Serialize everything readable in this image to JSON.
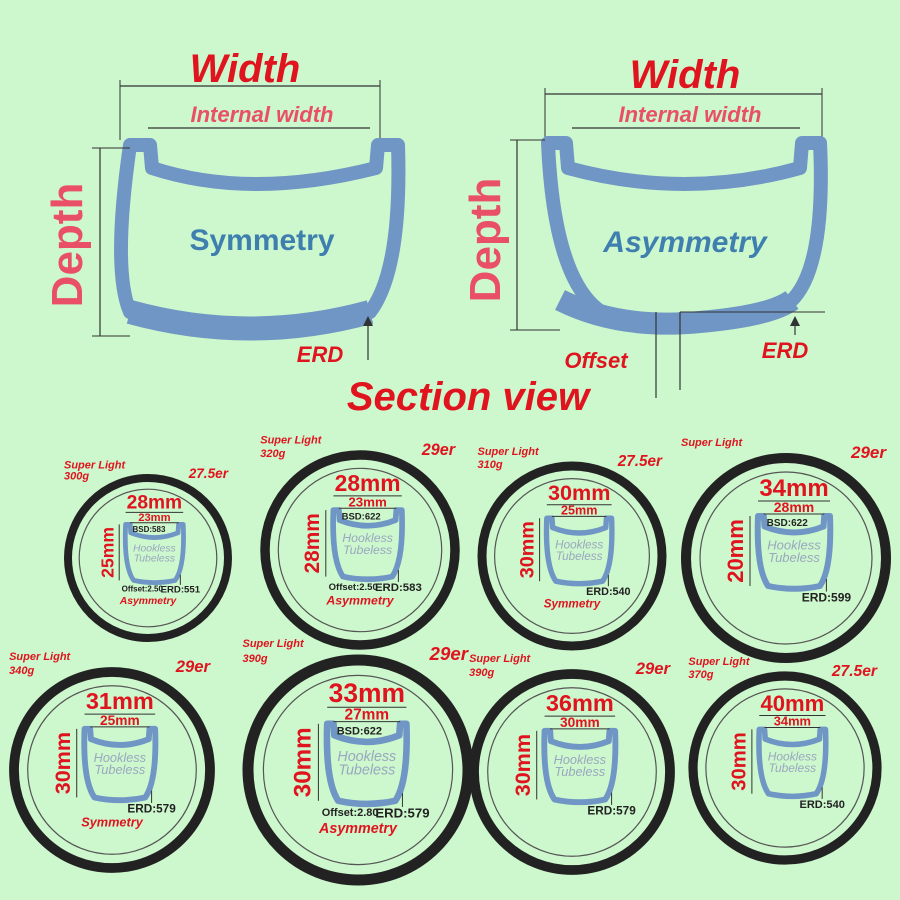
{
  "colors": {
    "background": "#cdf7cd",
    "red": "#e0141e",
    "pink": "#ea4f68",
    "rim_blue": "#6f96c4",
    "rim_text": "#3f7fb0",
    "tire": "#222222",
    "hookless_text": "#9aa7c0",
    "line": "#333333"
  },
  "section": {
    "title": "Section view",
    "symmetric": {
      "width": "Width",
      "internal_width": "Internal width",
      "depth": "Depth",
      "label": "Symmetry",
      "erd": "ERD"
    },
    "asymmetric": {
      "width": "Width",
      "internal_width": "Internal width",
      "depth": "Depth",
      "label": "Asymmetry",
      "erd": "ERD",
      "offset": "Offset"
    }
  },
  "products": [
    {
      "tag": "Super Light",
      "weight": "300g",
      "size": "27.5er",
      "width": "28mm",
      "inner": "23mm",
      "depth": "25mm",
      "bsd": "BSD:583",
      "hookless": "Hookless",
      "tubeless": "Tubeless",
      "offset": "Offset:2.50",
      "erd": "ERD:551",
      "profile": "Asymmetry"
    },
    {
      "tag": "Super Light",
      "weight": "320g",
      "size": "29er",
      "width": "28mm",
      "inner": "23mm",
      "depth": "28mm",
      "bsd": "BSD:622",
      "hookless": "Hookless",
      "tubeless": "Tubeless",
      "offset": "Offset:2.50",
      "erd": "ERD:583",
      "profile": "Asymmetry"
    },
    {
      "tag": "Super Light",
      "weight": "310g",
      "size": "27.5er",
      "width": "30mm",
      "inner": "25mm",
      "depth": "30mm",
      "hookless": "Hookless",
      "tubeless": "Tubeless",
      "erd": "ERD:540",
      "profile": "Symmetry"
    },
    {
      "tag": "Super Light",
      "size": "29er",
      "width": "34mm",
      "inner": "28mm",
      "depth": "20mm",
      "bsd": "BSD:622",
      "hookless": "Hookless",
      "tubeless": "Tubeless",
      "erd": "ERD:599"
    },
    {
      "tag": "Super Light",
      "weight": "340g",
      "size": "29er",
      "width": "31mm",
      "inner": "25mm",
      "depth": "30mm",
      "hookless": "Hookless",
      "tubeless": "Tubeless",
      "erd": "ERD:579",
      "profile": "Symmetry"
    },
    {
      "tag": "Super Light",
      "weight": "390g",
      "size": "29er",
      "width": "33mm",
      "inner": "27mm",
      "depth": "30mm",
      "bsd": "BSD:622",
      "hookless": "Hookless",
      "tubeless": "Tubeless",
      "offset": "Offset:2.80",
      "erd": "ERD:579",
      "profile": "Asymmetry"
    },
    {
      "tag": "Super Light",
      "weight": "390g",
      "size": "29er",
      "width": "36mm",
      "inner": "30mm",
      "depth": "30mm",
      "hookless": "Hookless",
      "tubeless": "Tubeless",
      "erd": "ERD:579"
    },
    {
      "tag": "Super Light",
      "weight": "370g",
      "size": "27.5er",
      "width": "40mm",
      "inner": "34mm",
      "depth": "30mm",
      "hookless": "Hookless",
      "tubeless": "Tubeless",
      "erd": "ERD:540"
    }
  ]
}
